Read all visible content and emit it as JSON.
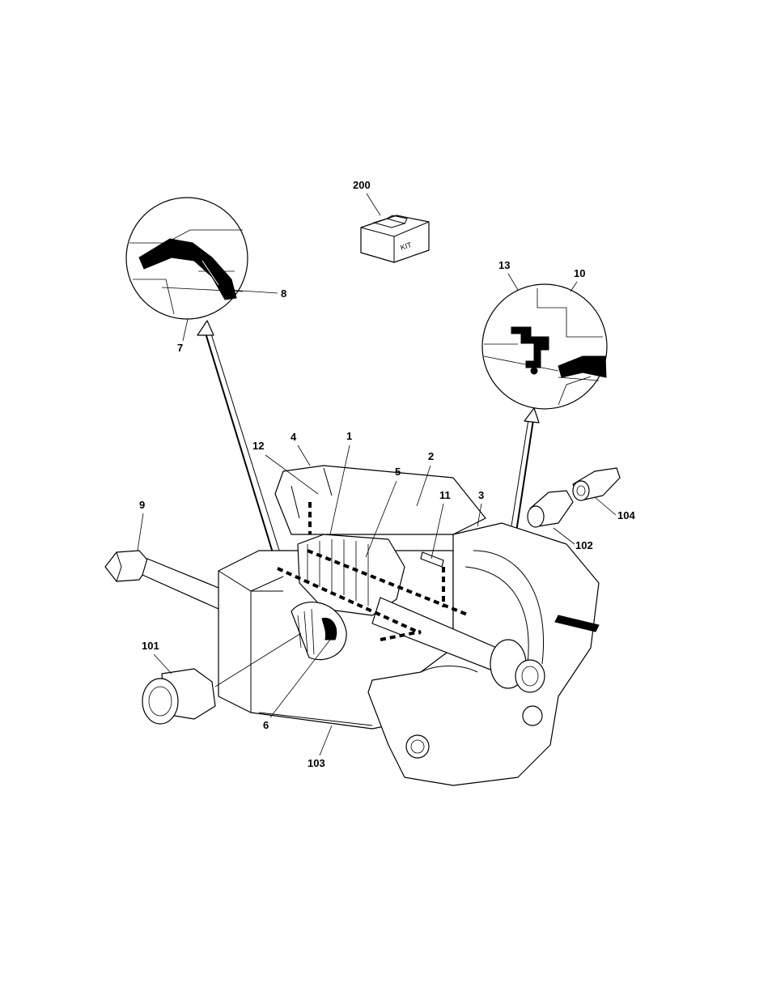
{
  "callouts": {
    "c200": "200",
    "c13": "13",
    "c10": "10",
    "c8": "8",
    "c7": "7",
    "c4": "4",
    "c1": "1",
    "c2": "2",
    "c12": "12",
    "c5": "5",
    "c11": "11",
    "c3": "3",
    "c9": "9",
    "c104": "104",
    "c102": "102",
    "c101": "101",
    "c6": "6",
    "c103": "103"
  },
  "kit_box": {
    "label": "KIT"
  }
}
